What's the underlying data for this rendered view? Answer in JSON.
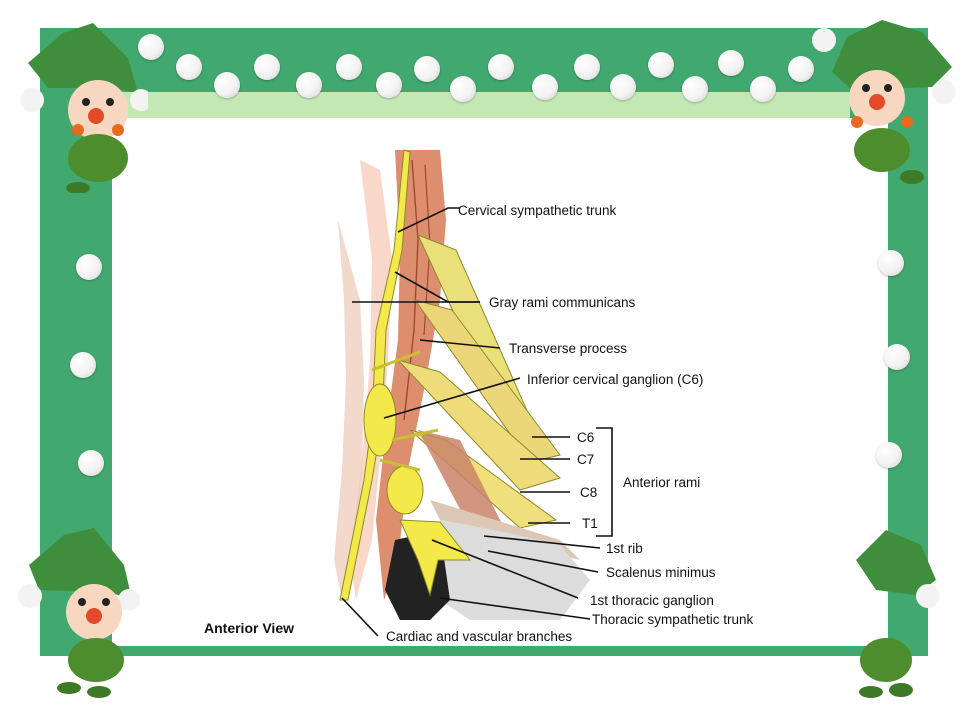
{
  "labels": {
    "cervical_trunk": "Cervical sympathetic trunk",
    "gray_rami": "Gray rami communicans",
    "transverse_process": "Transverse process",
    "inferior_ganglion": "Inferior cervical ganglion (C6)",
    "c6": "C6",
    "c7": "C7",
    "c8": "C8",
    "t1": "T1",
    "anterior_rami": "Anterior rami",
    "first_rib": "1st rib",
    "scalenus_minimus": "Scalenus minimus",
    "first_thoracic_ganglion": "1st thoracic ganglion",
    "thoracic_trunk": "Thoracic sympathetic trunk",
    "cardiac_branches": "Cardiac and vascular branches",
    "view": "Anterior View"
  },
  "colors": {
    "frame": "#41a86f",
    "inner_band": "#c3e8b4",
    "nerve": "#f4e94a",
    "muscle": "#d9825f",
    "elf_hat": "#3f8e3c"
  },
  "decorations": {
    "frame_ornament": "white-ornament-balls",
    "corner_figures": "green-elf-clown-icons"
  }
}
